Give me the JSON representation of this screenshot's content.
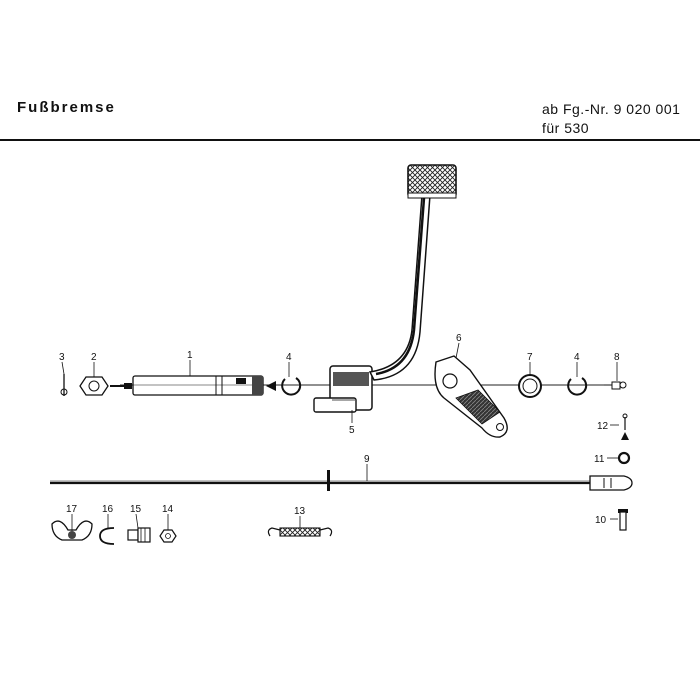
{
  "header": {
    "title": "Fußbremse",
    "from_serial": "ab Fg.-Nr. 9 020 001",
    "for_model": "für 530"
  },
  "callouts": [
    "1",
    "2",
    "3",
    "4",
    "5",
    "6",
    "7",
    "4",
    "8",
    "9",
    "10",
    "11",
    "12",
    "13",
    "14",
    "15",
    "16",
    "17"
  ]
}
